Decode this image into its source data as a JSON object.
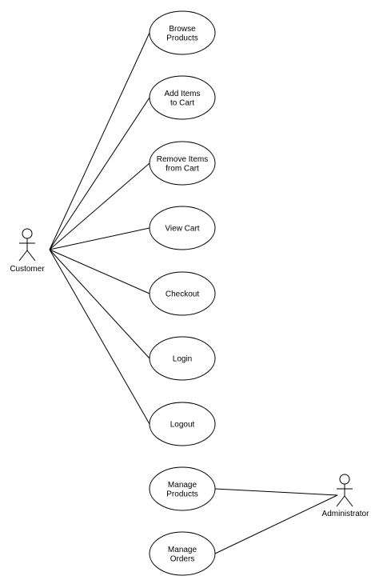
{
  "diagram": {
    "type": "use-case",
    "actors": [
      {
        "id": "customer",
        "label": "Customer"
      },
      {
        "id": "administrator",
        "label": "Administrator"
      }
    ],
    "use_cases": [
      {
        "id": "browse-products",
        "lines": [
          "Browse",
          "Products"
        ]
      },
      {
        "id": "add-items-to-cart",
        "lines": [
          "Add Items",
          "to Cart"
        ]
      },
      {
        "id": "remove-items-from-cart",
        "lines": [
          "Remove Items",
          "from Cart"
        ]
      },
      {
        "id": "view-cart",
        "lines": [
          "View Cart"
        ]
      },
      {
        "id": "checkout",
        "lines": [
          "Checkout"
        ]
      },
      {
        "id": "login",
        "lines": [
          "Login"
        ]
      },
      {
        "id": "logout",
        "lines": [
          "Logout"
        ]
      },
      {
        "id": "manage-products",
        "lines": [
          "Manage",
          "Products"
        ]
      },
      {
        "id": "manage-orders",
        "lines": [
          "Manage",
          "Orders"
        ]
      }
    ],
    "associations": [
      {
        "actor": "customer",
        "use_case": "browse-products"
      },
      {
        "actor": "customer",
        "use_case": "add-items-to-cart"
      },
      {
        "actor": "customer",
        "use_case": "remove-items-from-cart"
      },
      {
        "actor": "customer",
        "use_case": "view-cart"
      },
      {
        "actor": "customer",
        "use_case": "checkout"
      },
      {
        "actor": "customer",
        "use_case": "login"
      },
      {
        "actor": "customer",
        "use_case": "logout"
      },
      {
        "actor": "administrator",
        "use_case": "manage-products"
      },
      {
        "actor": "administrator",
        "use_case": "manage-orders"
      }
    ]
  }
}
